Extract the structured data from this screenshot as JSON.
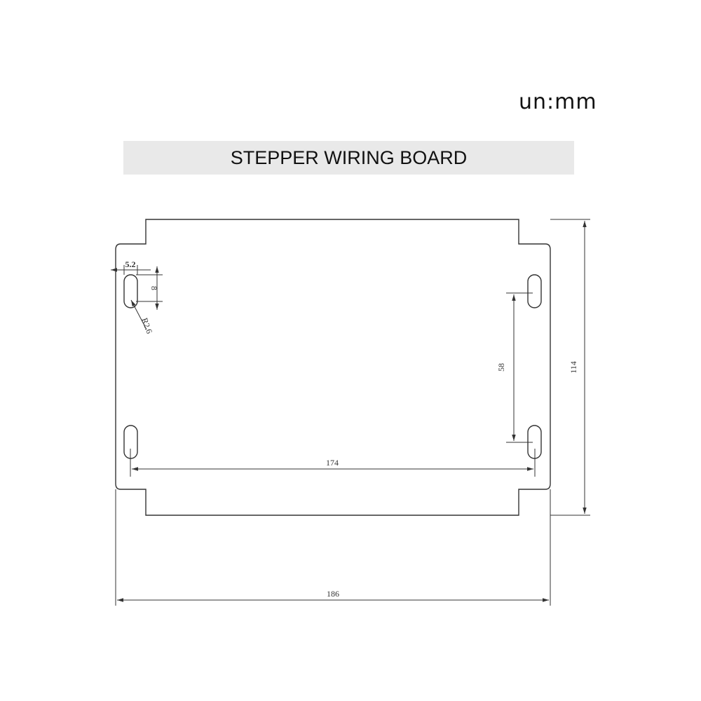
{
  "unit_label": "un:mm",
  "title": "STEPPER WIRING BOARD",
  "colors": {
    "line": "#333333",
    "title_background": "#e9e9e9"
  },
  "dimensions": {
    "slot_width": "5.2",
    "slot_length": "8",
    "slot_radius": "R2.6",
    "vertical_hole_spacing": "58",
    "horizontal_hole_spacing": "174",
    "overall_width": "186",
    "overall_height": "114"
  }
}
